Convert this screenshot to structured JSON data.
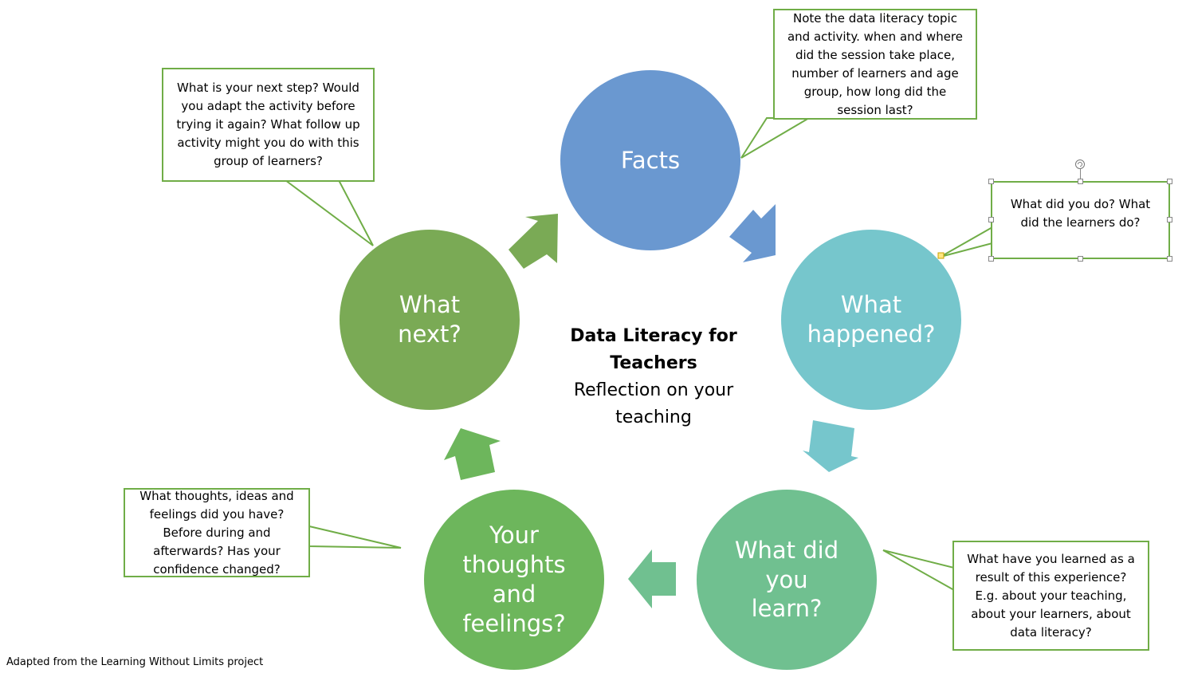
{
  "diagram": {
    "center": {
      "title": "Data Literacy for\nTeachers",
      "subtitle": "Reflection on your\nteaching"
    },
    "stages": [
      {
        "label": "Facts",
        "color": "#6a98d0"
      },
      {
        "label": "What happened?",
        "color": "#76c6cc"
      },
      {
        "label": "What did you learn?",
        "color": "#70c090"
      },
      {
        "label": "Your thoughts and feelings?",
        "color": "#6db65c"
      },
      {
        "label": "What next?",
        "color": "#7aaa55"
      }
    ],
    "notes": {
      "facts": "Note the data literacy topic\nand activity. when and where\ndid the session take place,\nnumber of learners and age\ngroup, how long did the\nsession last?",
      "happened": "What did you do? What\ndid the learners do?",
      "learn": "What have you learned as a\nresult of this experience?\nE.g. about your teaching,\nabout your learners, about\ndata literacy?",
      "thoughts": "What thoughts, ideas and\nfeelings did you have?\nBefore during and\nafterwards? Has your\nconfidence changed?",
      "next": "What is your next step? Would\nyou adapt the activity before\ntrying it again? What follow up\nactivity might you do with this\ngroup of learners?"
    },
    "note_border_color": "#70ad47"
  },
  "footer": {
    "credit": "Adapted from the Learning Without Limits project"
  }
}
